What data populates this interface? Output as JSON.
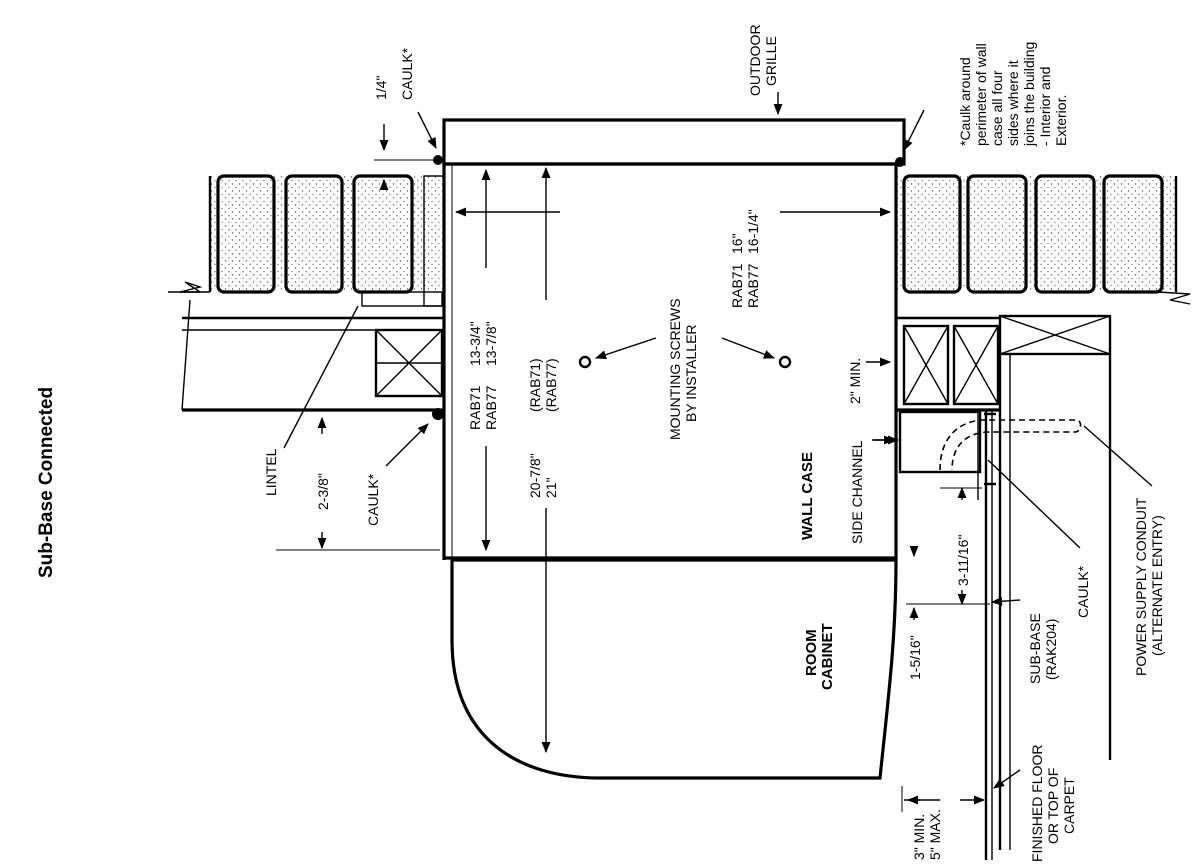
{
  "diagram": {
    "title": "Sub-Base Connected",
    "labels": {
      "quarter_inch": "1/4\"",
      "caulk_top": "CAULK*",
      "outdoor_grille_1": "OUTDOOR",
      "outdoor_grille_2": "GRILLE",
      "note_1": "*Caulk around",
      "note_2": "perimeter of wall",
      "note_3": "case all four",
      "note_4": "sides where it",
      "note_5": "joins the building",
      "note_6": "- Interior and",
      "note_7": "Exterior.",
      "width_16": "16\"",
      "width_16_1_4": "16-1/4\"",
      "rab71_a": "RAB71",
      "rab77_a": "RAB77",
      "height_13_3_4": "13-3/4\"",
      "height_13_7_8": "13-7/8\"",
      "rab71_b": "RAB71",
      "rab77_b": "RAB77",
      "mounting_1": "MOUNTING SCREWS",
      "mounting_2": "BY INSTALLER",
      "height_20_7_8": "20-7/8\"",
      "height_21": "21\"",
      "rab71_paren": "(RAB71)",
      "rab77_paren": "(RAB77)",
      "two_min": "2\" MIN.",
      "wall_case": "WALL CASE",
      "side_channel": "SIDE CHANNEL",
      "lintel": "LINTEL",
      "two_3_8": "2-3/8\"",
      "caulk_left": "CAULK*",
      "room_1": "ROOM",
      "room_2": "CABINET",
      "three_11_16": "3-11/16\"",
      "one_5_16": "1-5/16\"",
      "sub_base_1": "SUB-BASE",
      "sub_base_2": "(RAK204)",
      "caulk_right": "CAULK*",
      "power_1": "POWER SUPPLY CONDUIT",
      "power_2": "(ALTERNATE ENTRY)",
      "floor_1": "FINISHED FLOOR",
      "floor_2": "OR TOP OF",
      "floor_3": "CARPET",
      "three_min": "3\" MIN.",
      "five_max": "5\" MAX."
    }
  }
}
